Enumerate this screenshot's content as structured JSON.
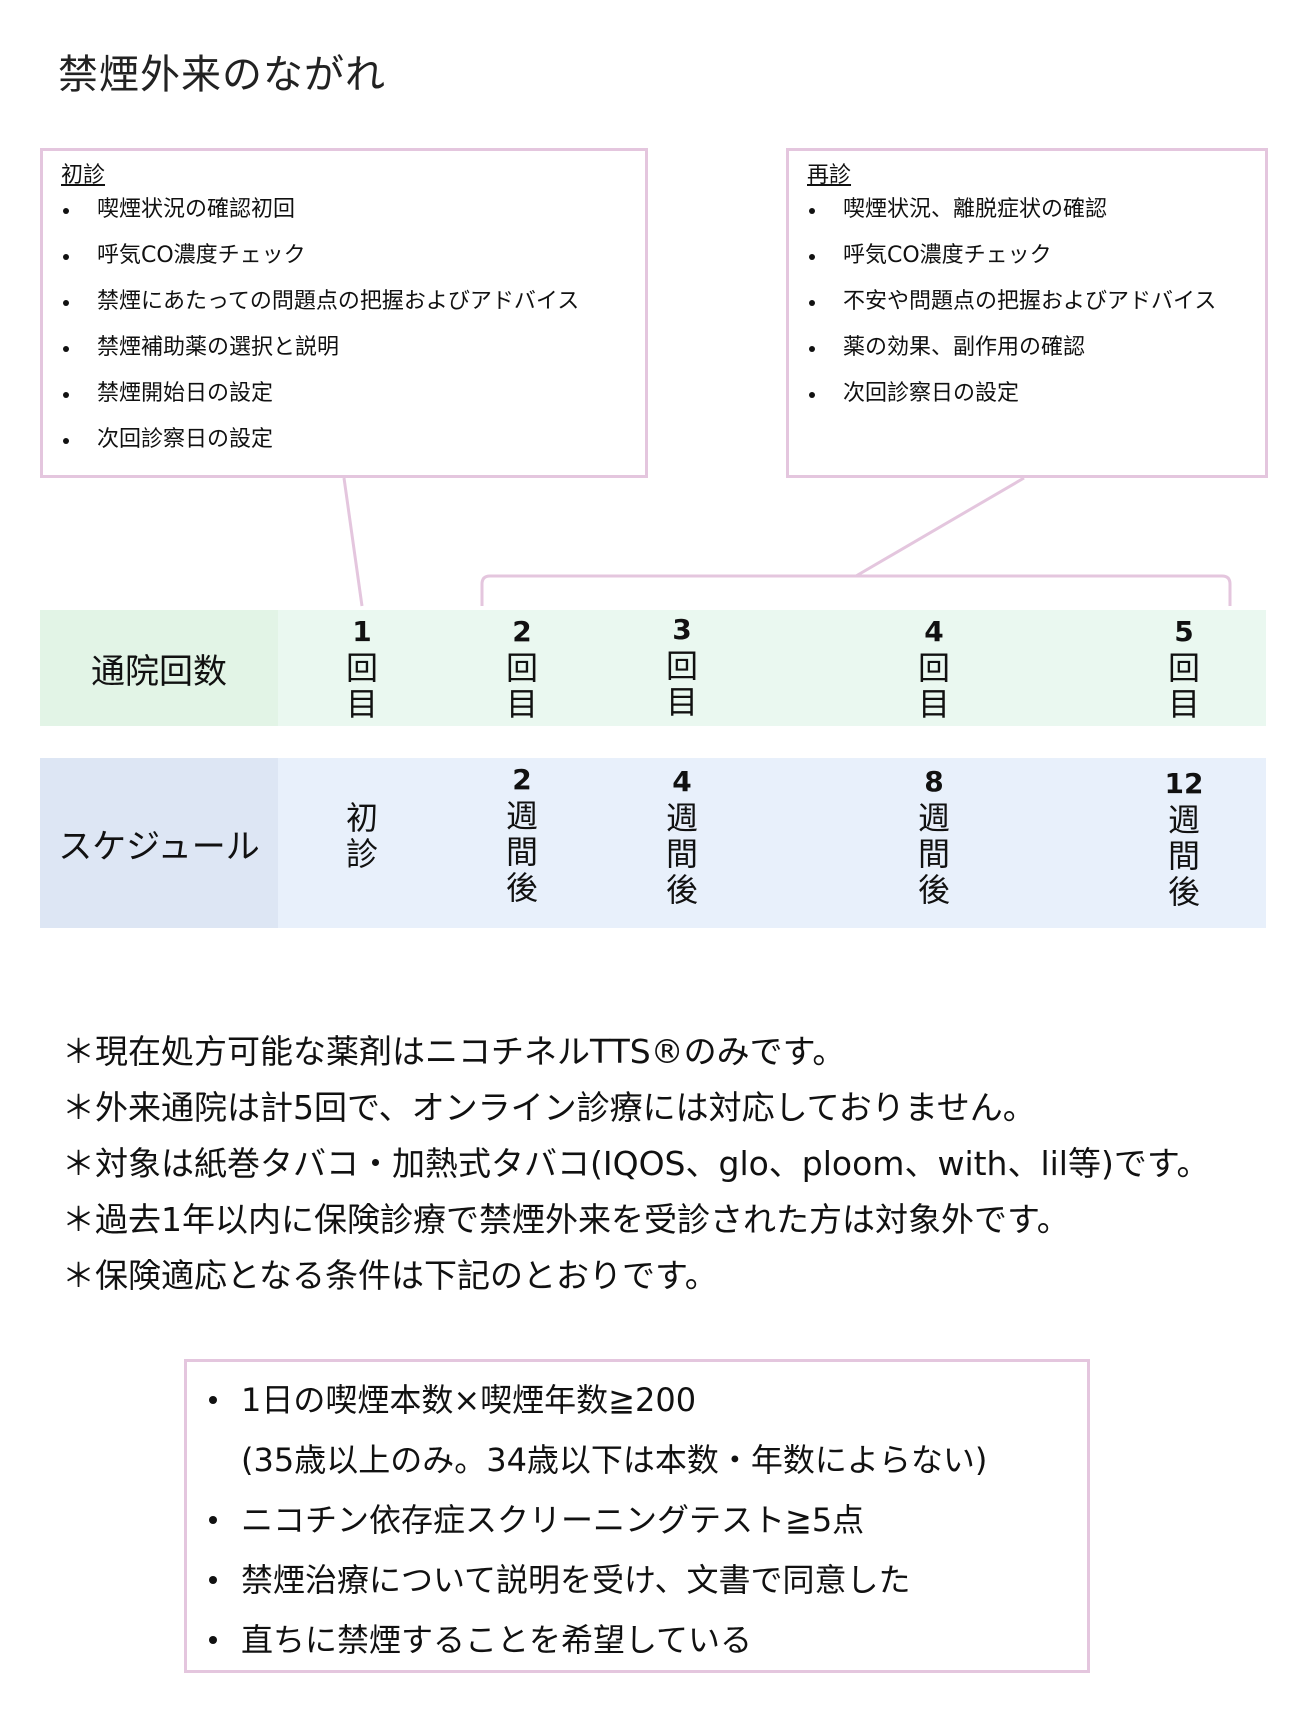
{
  "title": "禁煙外来のながれ",
  "first_visit_box": {
    "heading": "初診",
    "items": [
      "喫煙状況の確認初回",
      "呼気CO濃度チェック",
      "禁煙にあたっての問題点の把握およびアドバイス",
      "禁煙補助薬の選択と説明",
      "禁煙開始日の設定",
      "次回診察日の設定"
    ]
  },
  "revisit_box": {
    "heading": "再診",
    "items": [
      "喫煙状況、離脱症状の確認",
      "呼気CO濃度チェック",
      "不安や問題点の把握およびアドバイス",
      "薬の効果、副作用の確認",
      "次回診察日の設定"
    ]
  },
  "visit_count_row": {
    "label": "通院回数",
    "cells": [
      {
        "num": "1",
        "text": [
          "回",
          "目"
        ]
      },
      {
        "num": "2",
        "text": [
          "回",
          "目"
        ]
      },
      {
        "num": "3",
        "text": [
          "回",
          "目"
        ]
      },
      {
        "num": "4",
        "text": [
          "回",
          "目"
        ]
      },
      {
        "num": "5",
        "text": [
          "回",
          "目"
        ]
      }
    ]
  },
  "schedule_row": {
    "label": "スケジュール",
    "cells": [
      {
        "num": "",
        "text": [
          "初",
          "診"
        ]
      },
      {
        "num": "2",
        "text": [
          "週",
          "間",
          "後"
        ]
      },
      {
        "num": "4",
        "text": [
          "週",
          "間",
          "後"
        ]
      },
      {
        "num": "8",
        "text": [
          "週",
          "間",
          "後"
        ]
      },
      {
        "num": "12",
        "text": [
          "週",
          "間",
          "後"
        ]
      }
    ]
  },
  "notes": [
    "＊現在処方可能な薬剤はニコチネルTTS®のみです。",
    "＊外来通院は計5回で、オンライン診療には対応しておりません。",
    "＊対象は紙巻タバコ・加熱式タバコ(IQOS、glo、ploom、with、lil等)です。",
    "＊過去1年以内に保険診療で禁煙外来を受診された方は対象外です。",
    "＊保険適応となる条件は下記のとおりです。"
  ],
  "conditions": [
    {
      "text": "1日の喫煙本数×喫煙年数≧200",
      "bullet": true
    },
    {
      "text": "(35歳以上のみ。34歳以下は本数・年数によらない)",
      "bullet": false
    },
    {
      "text": "ニコチン依存症スクリーニングテスト≧5点",
      "bullet": true
    },
    {
      "text": "禁煙治療について説明を受け、文書で同意した",
      "bullet": true
    },
    {
      "text": "直ちに禁煙することを希望している",
      "bullet": true
    }
  ],
  "colors": {
    "box_border": "#e4c6de",
    "visit_row_bg": "#eaf8f0",
    "visit_label_bg": "#e2f4e6",
    "schedule_row_bg": "#e8f0fb",
    "schedule_label_bg": "#dde6f4"
  }
}
